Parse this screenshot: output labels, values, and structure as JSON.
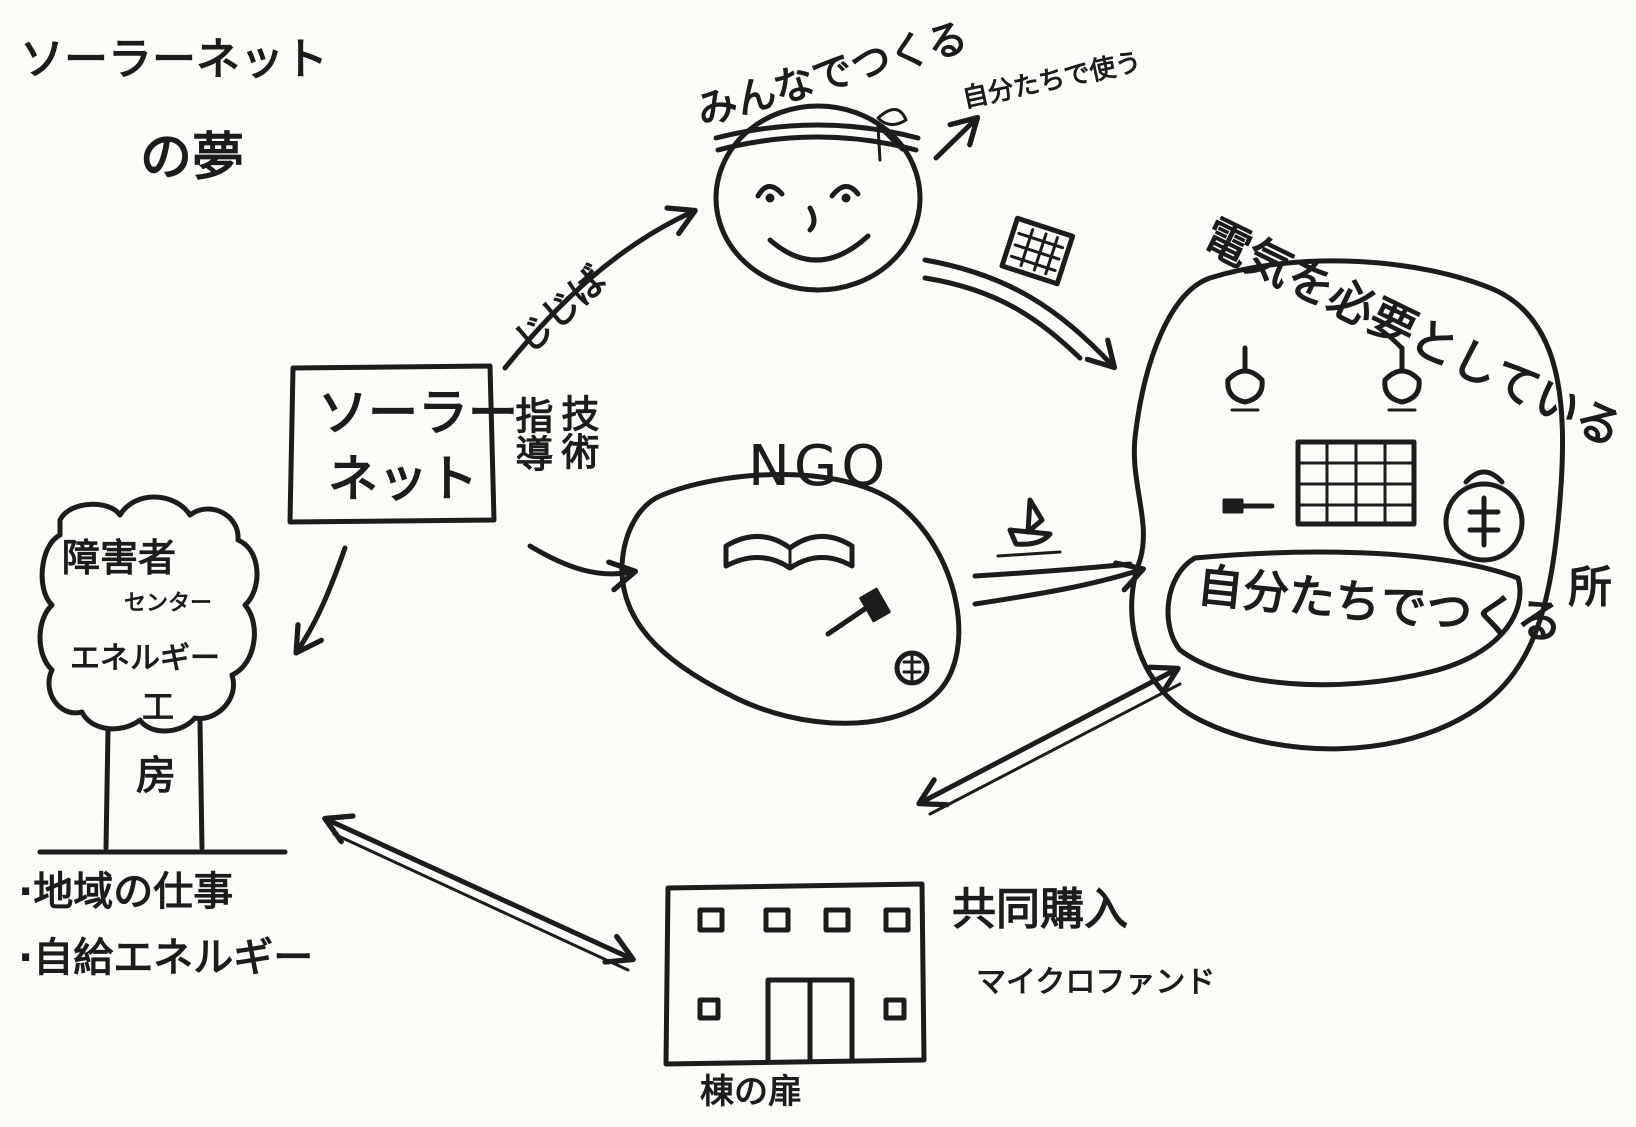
{
  "title_line1": "ソーラーネット",
  "title_line2": "の夢",
  "face_caption": "みんなでつくる",
  "face_arrow_label": "自分たちで使う",
  "arrow_label_jjiba": "じじば",
  "solarnet_box": {
    "line1": "ソーラー",
    "line2": "ネット"
  },
  "tech_col1": "技術",
  "tech_col2": "指導",
  "ngo_label": "NGO",
  "big_blob_title": "電気を必要としている",
  "big_blob_suffix": "所",
  "big_blob_inner": "自分たちでつくる",
  "tree": {
    "line1": "障害者",
    "line2": "センター",
    "line3": "エネルギー",
    "trunk1": "工",
    "trunk2": "房"
  },
  "bullets": [
    "地域の仕事",
    "自給エネルギー"
  ],
  "building_caption": "棟の扉",
  "building_side1": "共同購入",
  "building_side2": "マイクロファンド"
}
